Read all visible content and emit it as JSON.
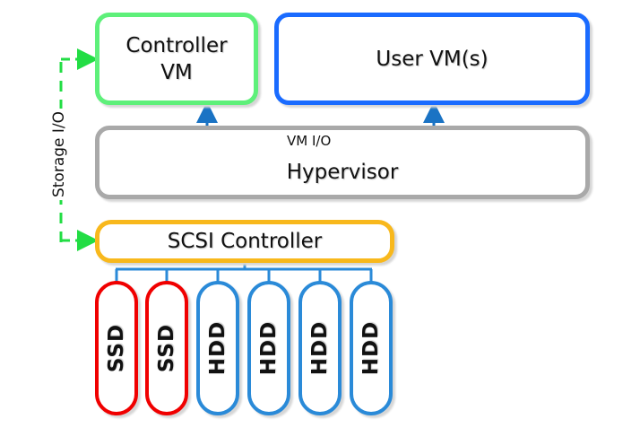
{
  "diagram": {
    "nodes": {
      "controller_vm": {
        "label_line1": "Controller",
        "label_line2": "VM",
        "color": "#5ef07a"
      },
      "user_vms": {
        "label": "User VM(s)",
        "color": "#1a6bff"
      },
      "hypervisor": {
        "label": "Hypervisor",
        "color": "#a9a9a9"
      },
      "scsi_controller": {
        "label": "SCSI Controller",
        "color": "#f8b81c"
      }
    },
    "disks": [
      {
        "label": "SSD",
        "type": "ssd",
        "color": "#f00000"
      },
      {
        "label": "SSD",
        "type": "ssd",
        "color": "#f00000"
      },
      {
        "label": "HDD",
        "type": "hdd",
        "color": "#2a8ad8"
      },
      {
        "label": "HDD",
        "type": "hdd",
        "color": "#2a8ad8"
      },
      {
        "label": "HDD",
        "type": "hdd",
        "color": "#2a8ad8"
      },
      {
        "label": "HDD",
        "type": "hdd",
        "color": "#2a8ad8"
      }
    ],
    "edges": {
      "vm_io": {
        "label": "VM I/O",
        "color": "#1a73c4",
        "from": "hypervisor",
        "to": [
          "controller_vm",
          "user_vms"
        ]
      },
      "storage_io": {
        "label": "Storage I/O",
        "color": "#22dd44",
        "from": "scsi_controller",
        "to": "controller_vm"
      },
      "bus": {
        "color": "#2a8ad8",
        "from": "scsi_controller",
        "to": "disks"
      }
    }
  }
}
